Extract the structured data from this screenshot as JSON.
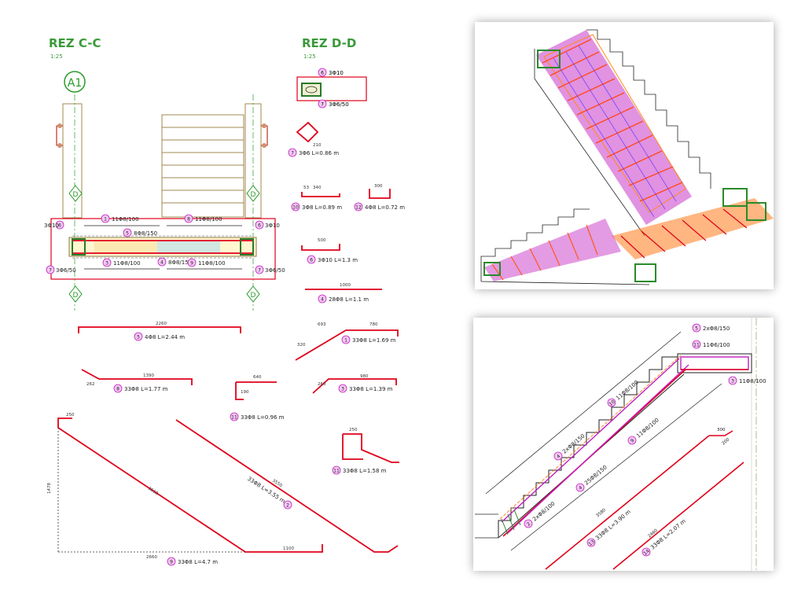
{
  "section_cc": {
    "title": "REZ C-C",
    "scale": "1:25",
    "axis_label": "A1",
    "grid_labels": [
      "D",
      "D",
      "D",
      "D"
    ]
  },
  "section_dd": {
    "title": "REZ D-D",
    "scale": "1:25"
  },
  "cc_callouts": [
    {
      "num": "1",
      "text": "11Φ8/100"
    },
    {
      "num": "8",
      "text": "11Φ8/100"
    },
    {
      "num": "5",
      "text": "8Φ8/150"
    },
    {
      "num": "3",
      "text": "11Φ8/100"
    },
    {
      "num": "4",
      "text": "8Φ8/150"
    },
    {
      "num": "9",
      "text": "11Φ8/100"
    },
    {
      "num": "6",
      "text": "3Φ10"
    },
    {
      "num": "7",
      "text": "3Φ6/50"
    },
    {
      "num": "6",
      "text": "3Φ10"
    },
    {
      "num": "7",
      "text": "3Φ6/50"
    }
  ],
  "dd_callouts": [
    {
      "num": "6",
      "text": "3Φ10"
    },
    {
      "num": "7",
      "text": "3Φ6/50"
    }
  ],
  "bar_labels": [
    {
      "num": "7",
      "text": "3Φ6 L=0.86 m"
    },
    {
      "num": "10",
      "text": "3Φ8 L=0.89 m"
    },
    {
      "num": "12",
      "text": "4Φ8 L=0.72 m"
    },
    {
      "num": "6",
      "text": "3Φ10 L=1.3 m"
    },
    {
      "num": "4",
      "text": "28Φ8 L=1.1 m"
    },
    {
      "num": "5",
      "text": "4Φ8 L=2.44 m"
    },
    {
      "num": "1",
      "text": "33Φ8 L=1.69 m"
    },
    {
      "num": "8",
      "text": "33Φ8 L=1.77 m"
    },
    {
      "num": "11",
      "text": "33Φ8 L=0.96 m"
    },
    {
      "num": "3",
      "text": "33Φ8 L=1.39 m"
    },
    {
      "num": "11",
      "text": "33Φ8 L=1.58 m"
    },
    {
      "num": "2",
      "text": "33Φ8 L=3.55 m"
    },
    {
      "num": "9",
      "text": "33Φ8 L=4.7 m"
    }
  ],
  "dims": {
    "d1000": "1000",
    "d500": "500",
    "d2260": "2260",
    "d693": "693",
    "d780": "780",
    "d640": "640",
    "d980": "980",
    "d1390": "1390",
    "d250": "250",
    "d3550": "3550",
    "d3610": "3610",
    "d2660": "2660",
    "d1100": "1100",
    "d1478": "1478",
    "d300": "300",
    "d340": "340",
    "d53": "53",
    "d320": "320",
    "d210": "210",
    "d262": "262",
    "d260": "260",
    "d190": "190"
  },
  "panel2_callouts": [
    {
      "num": "5",
      "text": "2xΦ8/150"
    },
    {
      "num": "11",
      "text": "11Φ6/100"
    },
    {
      "num": "3",
      "text": "11Φ8/100"
    },
    {
      "num": "4",
      "text": "2xΦ8/150"
    },
    {
      "num": "10",
      "text": "11Φ8/100"
    },
    {
      "num": "9",
      "text": "11Φ8/100"
    },
    {
      "num": "4",
      "text": "25Φ8/150"
    },
    {
      "num": "2",
      "text": "2xΦ8/100"
    },
    {
      "num": "13",
      "text": "33Φ8 L=3.90 m"
    },
    {
      "num": "14",
      "text": "33Φ8 L=2.07 m"
    }
  ],
  "panel2_dims": {
    "d3580": "3580",
    "d2460": "2460",
    "d300": "300",
    "d200": "200"
  },
  "colors": {
    "rebar": "#e0001a",
    "green_title": "#3a9a3a",
    "magenta_callout": "#c020c0",
    "grid_green": "#2a9a2a",
    "stair_tan": "#a08a50"
  }
}
